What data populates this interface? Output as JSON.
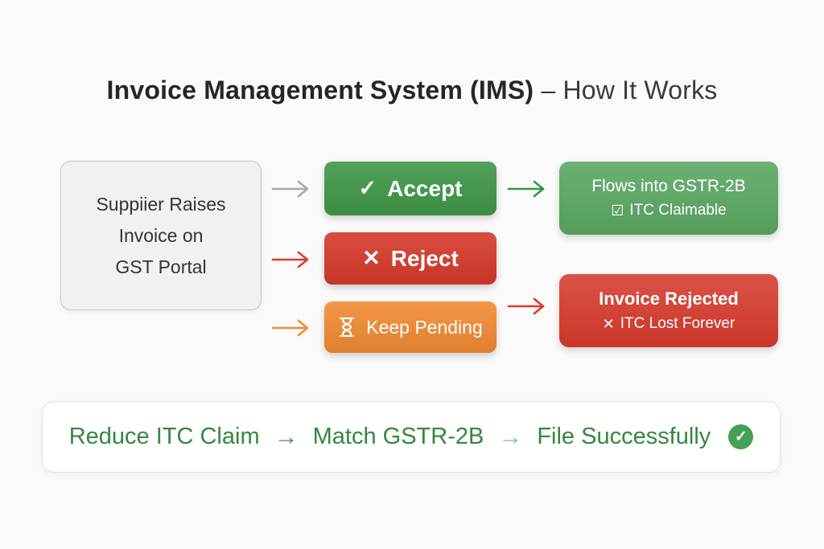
{
  "title": {
    "bold_part": "Invoice Management System (IMS)",
    "light_part": " – How It Works"
  },
  "source_box": {
    "lines": [
      "Suppiier Raises",
      "Invoice on",
      "GST Portal"
    ]
  },
  "actions": {
    "accept": {
      "label": "Accept",
      "icon": "check-icon",
      "icon_glyph": "✓",
      "color": "#3f9747"
    },
    "reject": {
      "label": "Reject",
      "icon": "cross-icon",
      "icon_glyph": "✕",
      "color": "#d5392b"
    },
    "pending": {
      "label": "Keep Pending",
      "icon": "hourglass-icon",
      "color": "#f18a33"
    }
  },
  "outcomes": {
    "accepted": {
      "line1": "Flows into GSTR-2B",
      "line2": "ITC Claimable",
      "icon": "checked-box-icon",
      "icon_glyph": "☑",
      "color": "#57a560"
    },
    "rejected": {
      "line1": "Invoice Rejected",
      "line2": "ITC Lost Forever",
      "icon": "cross-icon",
      "icon_glyph": "✕",
      "color": "#d5392b"
    }
  },
  "arrows": {
    "source_to_accept": {
      "color": "#a9a9a9"
    },
    "source_to_reject": {
      "color": "#dd3c2a"
    },
    "source_to_pending": {
      "color": "#f28c35"
    },
    "accept_to_outcome": {
      "color": "#32964a"
    },
    "reject_to_outcome": {
      "color": "#dd3c2a"
    }
  },
  "footer": {
    "step1": "Reduce ITC Claim",
    "step2": "Match GSTR-2B",
    "step3": "File Successfully",
    "arrow_glyph": "→",
    "check_glyph": "✓",
    "check_color": "#46a055"
  }
}
